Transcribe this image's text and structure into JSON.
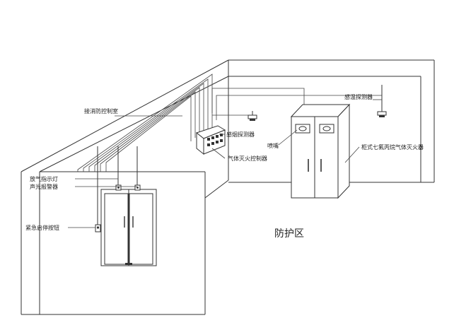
{
  "labels": {
    "control_room": "接消防控制室",
    "discharge_light": "放气指示灯",
    "sound_light_alarm": "声光报警器",
    "emergency_button": "紧急启停按钮",
    "smoke_detector": "感烟探测器",
    "gas_controller": "气体灭火控制器",
    "nozzle": "喷嘴",
    "heat_detector": "感温探测器",
    "cabinet_system": "柜式七氟丙烷气体灭火器",
    "protected_zone": "防护区"
  }
}
